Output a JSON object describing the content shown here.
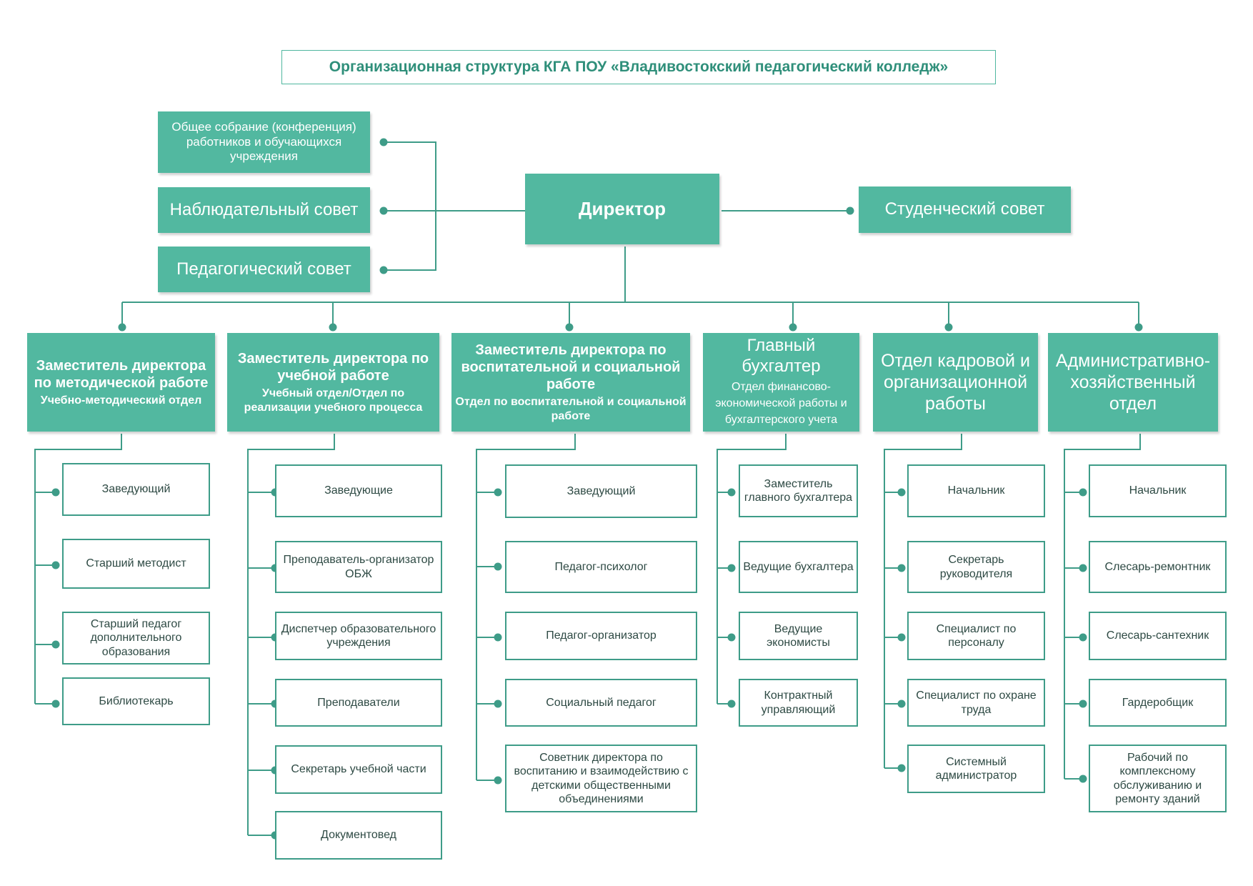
{
  "title": "Организационная структура КГА ПОУ «Владивостокский педагогический колледж»",
  "governance": [
    "Общее собрание (конференция) работников и обучающихся учреждения",
    "Наблюдательный совет",
    "Педагогический совет"
  ],
  "director": "Директор",
  "student_council": "Студенческий совет",
  "columns": [
    {
      "title": "Заместитель директора по методической работе",
      "subtitle": "Учебно-методический отдел",
      "items": [
        "Заведующий",
        "Старший методист",
        "Старший педагог дополнительного образования",
        "Библиотекарь"
      ]
    },
    {
      "title": "Заместитель директора по учебной работе",
      "subtitle": "Учебный отдел/Отдел по реализации учебного процесса",
      "items": [
        "Заведующие",
        "Преподаватель-организатор ОБЖ",
        "Диспетчер образовательного учреждения",
        "Преподаватели",
        "Секретарь учебной части",
        "Документовед"
      ]
    },
    {
      "title": "Заместитель директора по воспитательной и социальной работе",
      "subtitle": "Отдел по воспитательной и социальной работе",
      "items": [
        "Заведующий",
        "Педагог-психолог",
        "Педагог-организатор",
        "Социальный педагог",
        "Советник директора по воспитанию и взаимодействию с детскими общественными объединениями"
      ]
    },
    {
      "title": "Главный бухгалтер",
      "subtitle": "Отдел финансово-экономической работы и бухгалтерского учета",
      "items": [
        "Заместитель главного бухгалтера",
        "Ведущие бухгалтера",
        "Ведущие экономисты",
        "Контрактный управляющий"
      ]
    },
    {
      "title": "Отдел кадровой и организационной работы",
      "subtitle": "",
      "items": [
        "Начальник",
        "Секретарь руководителя",
        "Специалист по персоналу",
        "Специалист по охране труда",
        "Системный администратор"
      ]
    },
    {
      "title": "Административно-хозяйственный отдел",
      "subtitle": "",
      "items": [
        "Начальник",
        "Слесарь-ремонтник",
        "Слесарь-сантехник",
        "Гардеробщик",
        "Рабочий по комплексному обслуживанию и ремонту зданий"
      ]
    }
  ],
  "colors": {
    "fill": "#52b8a0",
    "line": "#3e9c88",
    "title_text": "#2f8f7a"
  }
}
